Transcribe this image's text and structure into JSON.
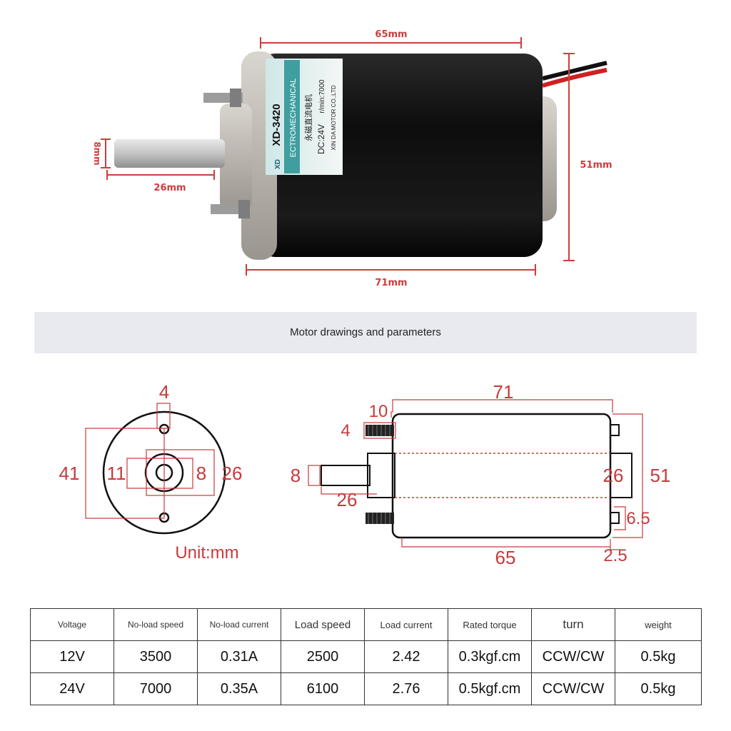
{
  "photo": {
    "dim_length_top": "65mm",
    "dim_length_bottom": "71mm",
    "dim_diameter": "51mm",
    "dim_shaft_length": "26mm",
    "dim_shaft_diameter": "8mm",
    "label_model": "XD-3420",
    "label_brand": "ECTROMECHANICAL",
    "label_chinese": "永磁直流电机",
    "label_voltage": "DC:24V",
    "label_speed": "r/min:7000",
    "label_company": "XIN DA MOTOR CO.,LTD",
    "label_logo": "XD"
  },
  "banner": {
    "title": "Motor drawings and parameters"
  },
  "front_view": {
    "dims": [
      "4",
      "41",
      "11",
      "8",
      "26"
    ],
    "unit": "Unit:mm"
  },
  "side_view": {
    "dims": [
      "71",
      "10",
      "4",
      "8",
      "26",
      "26",
      "51",
      "6.5",
      "65",
      "2.5"
    ]
  },
  "table": {
    "headers": [
      "Voltage",
      "No-load speed",
      "No-load current",
      "Load speed",
      "Load current",
      "Rated torque",
      "turn",
      "weight"
    ],
    "rows": [
      [
        "12V",
        "3500",
        "0.31A",
        "2500",
        "2.42",
        "0.3kgf.cm",
        "CCW/CW",
        "0.5kg"
      ],
      [
        "24V",
        "7000",
        "0.35A",
        "6100",
        "2.76",
        "0.5kgf.cm",
        "CCW/CW",
        "0.5kg"
      ]
    ]
  }
}
